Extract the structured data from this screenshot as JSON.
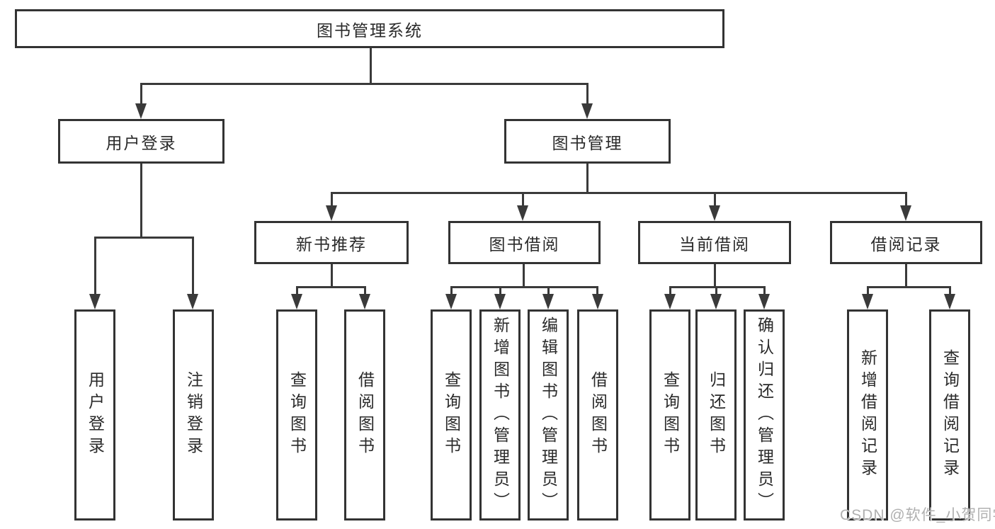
{
  "diagram": {
    "root": {
      "label": "图书管理系统"
    },
    "branches": [
      {
        "label": "用户登录",
        "children": [
          {
            "label": "用户登录"
          },
          {
            "label": "注销登录"
          }
        ]
      },
      {
        "label": "图书管理",
        "children": [
          {
            "label": "新书推荐",
            "children": [
              {
                "label": "查询图书"
              },
              {
                "label": "借阅图书"
              }
            ]
          },
          {
            "label": "图书借阅",
            "children": [
              {
                "label": "查询图书"
              },
              {
                "label": "新增图书（管理员）"
              },
              {
                "label": "编辑图书（管理员）"
              },
              {
                "label": "借阅图书"
              }
            ]
          },
          {
            "label": "当前借阅",
            "children": [
              {
                "label": "查询图书"
              },
              {
                "label": "归还图书"
              },
              {
                "label": "确认归还（管理员）"
              }
            ]
          },
          {
            "label": "借阅记录",
            "children": [
              {
                "label": "新增借阅记录"
              },
              {
                "label": "查询借阅记录"
              }
            ]
          }
        ]
      }
    ]
  },
  "watermark": {
    "text": "CSDN @软件_小贺同学"
  },
  "colors": {
    "background": "#ffffff",
    "box_border": "#333333",
    "line": "#3a3a3a",
    "text": "#2a2a2a",
    "watermark": "#b0b0b0"
  }
}
